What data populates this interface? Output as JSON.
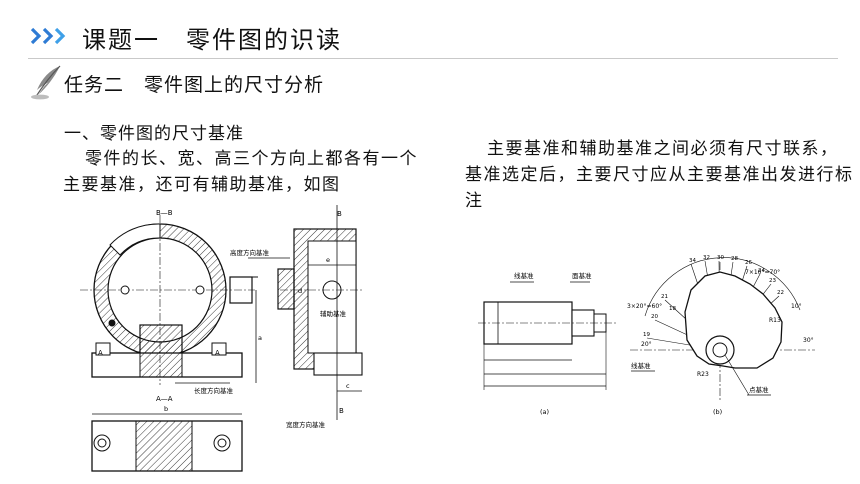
{
  "header": {
    "chevron_icon": "triple-chevron-right-icon",
    "accent_color": "#2e7bd4",
    "title": "课题一　零件图的识读"
  },
  "task": {
    "icon": "quill-icon",
    "title": "任务二　零件图上的尺寸分析"
  },
  "section": {
    "heading": "一、零件图的尺寸基准"
  },
  "paragraphs": {
    "left": "零件的长、宽、高三个方向上都各有一个主要基准，还可有辅助基准，如图",
    "right": "主要基准和辅助基准之间必须有尺寸联系，基准选定后，主要尺寸应从主要基准出发进行标注"
  },
  "figure_left": {
    "section_bb": "B—B",
    "section_aa": "A—A",
    "label_a_left": "A",
    "label_a_right": "A",
    "label_b_top": "B",
    "label_b_bottom": "B",
    "height_datum": "高度方向基准",
    "length_datum": "长度方向基准",
    "width_datum": "宽度方向基准",
    "aux_datum": "辅助基准",
    "dim_a": "a",
    "dim_b": "b",
    "dim_c": "c",
    "dim_d": "d",
    "dim_e": "e"
  },
  "figure_a": {
    "line_datum": "线基准",
    "face_datum": "面基准",
    "caption": "(a)"
  },
  "figure_b": {
    "line_datum": "线基准",
    "point_datum": "点基准",
    "caption": "(b)",
    "angle_top": "7×10°=70°",
    "angle_left": "3×20°=60°",
    "angle_20": "20°",
    "angle_30": "30°",
    "angle_10": "10°",
    "r23": "R23",
    "r13": "R13",
    "radii": [
      "34",
      "32",
      "30",
      "28",
      "26",
      "24",
      "23",
      "22",
      "21",
      "20",
      "19",
      "18"
    ]
  }
}
